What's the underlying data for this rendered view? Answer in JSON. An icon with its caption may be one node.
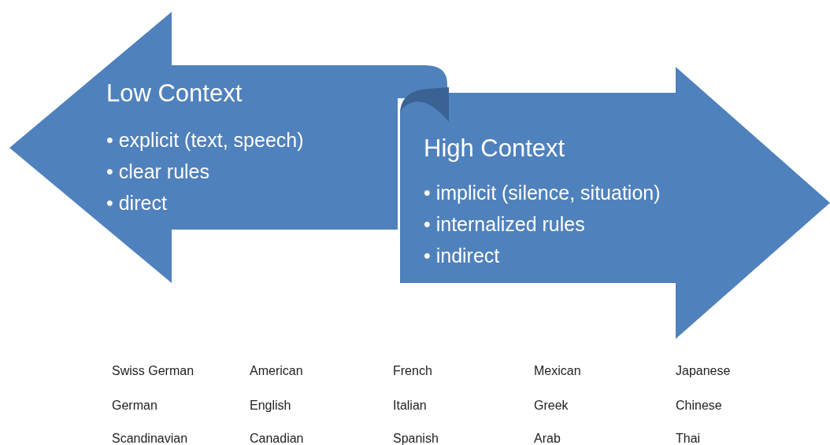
{
  "diagram": {
    "nodes": [
      {
        "text": [
          "Low Context",
          "• explicit (text, speech)",
          "• clear rules",
          "• direct"
        ]
      },
      {
        "text": [
          "High Context",
          "• implicit (silence, situation)",
          "• internalized rules",
          "• indirect"
        ]
      }
    ],
    "labels": [
      "Swiss German",
      "American",
      "French",
      "Mexican",
      "Japanese",
      "German",
      "English",
      "Italian",
      "Greek",
      "Chinese",
      "Scandinavian",
      "Canadian",
      "Spanish",
      "Arab",
      "Thai"
    ]
  }
}
